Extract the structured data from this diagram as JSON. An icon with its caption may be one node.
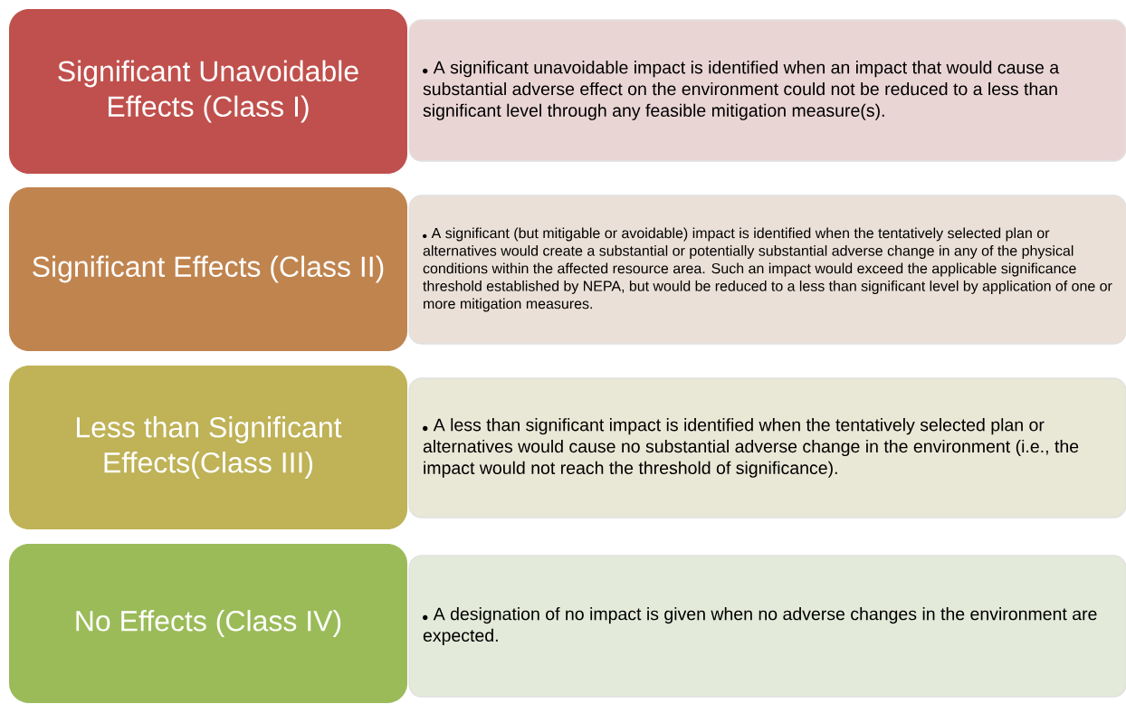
{
  "diagram": {
    "nodes": [
      {
        "text": [
          "Significant Unavoidable Effects (Class I)"
        ]
      },
      {
        "text": [
          "A significant unavoidable impact is identified when an impact that would cause a substantial adverse effect on the environment could not be reduced to a less than significant level through any feasible mitigation measure(s)."
        ]
      },
      {
        "text": [
          "Significant Effects (Class II)"
        ]
      },
      {
        "text": [
          "A significant (but mitigable or avoidable) impact is identified when the tentatively selected plan or alternatives would create a substantial or potentially substantial adverse change in any of the physical conditions within the affected resource area. Such an impact would exceed the applicable significance threshold established by NEPA, but would be reduced to a less than significant level by application of one or more mitigation measures."
        ]
      },
      {
        "text": [
          "Less than Significant Effects(Class III)"
        ]
      },
      {
        "text": [
          "A less than significant impact is identified when the tentatively selected plan or alternatives would cause no substantial adverse change in the environment (i.e., the impact would not reach the threshold of significance)."
        ]
      },
      {
        "text": [
          "No Effects (Class IV)"
        ]
      },
      {
        "text": [
          "A designation of no impact is given when no adverse changes in the environment are expected."
        ]
      }
    ]
  }
}
